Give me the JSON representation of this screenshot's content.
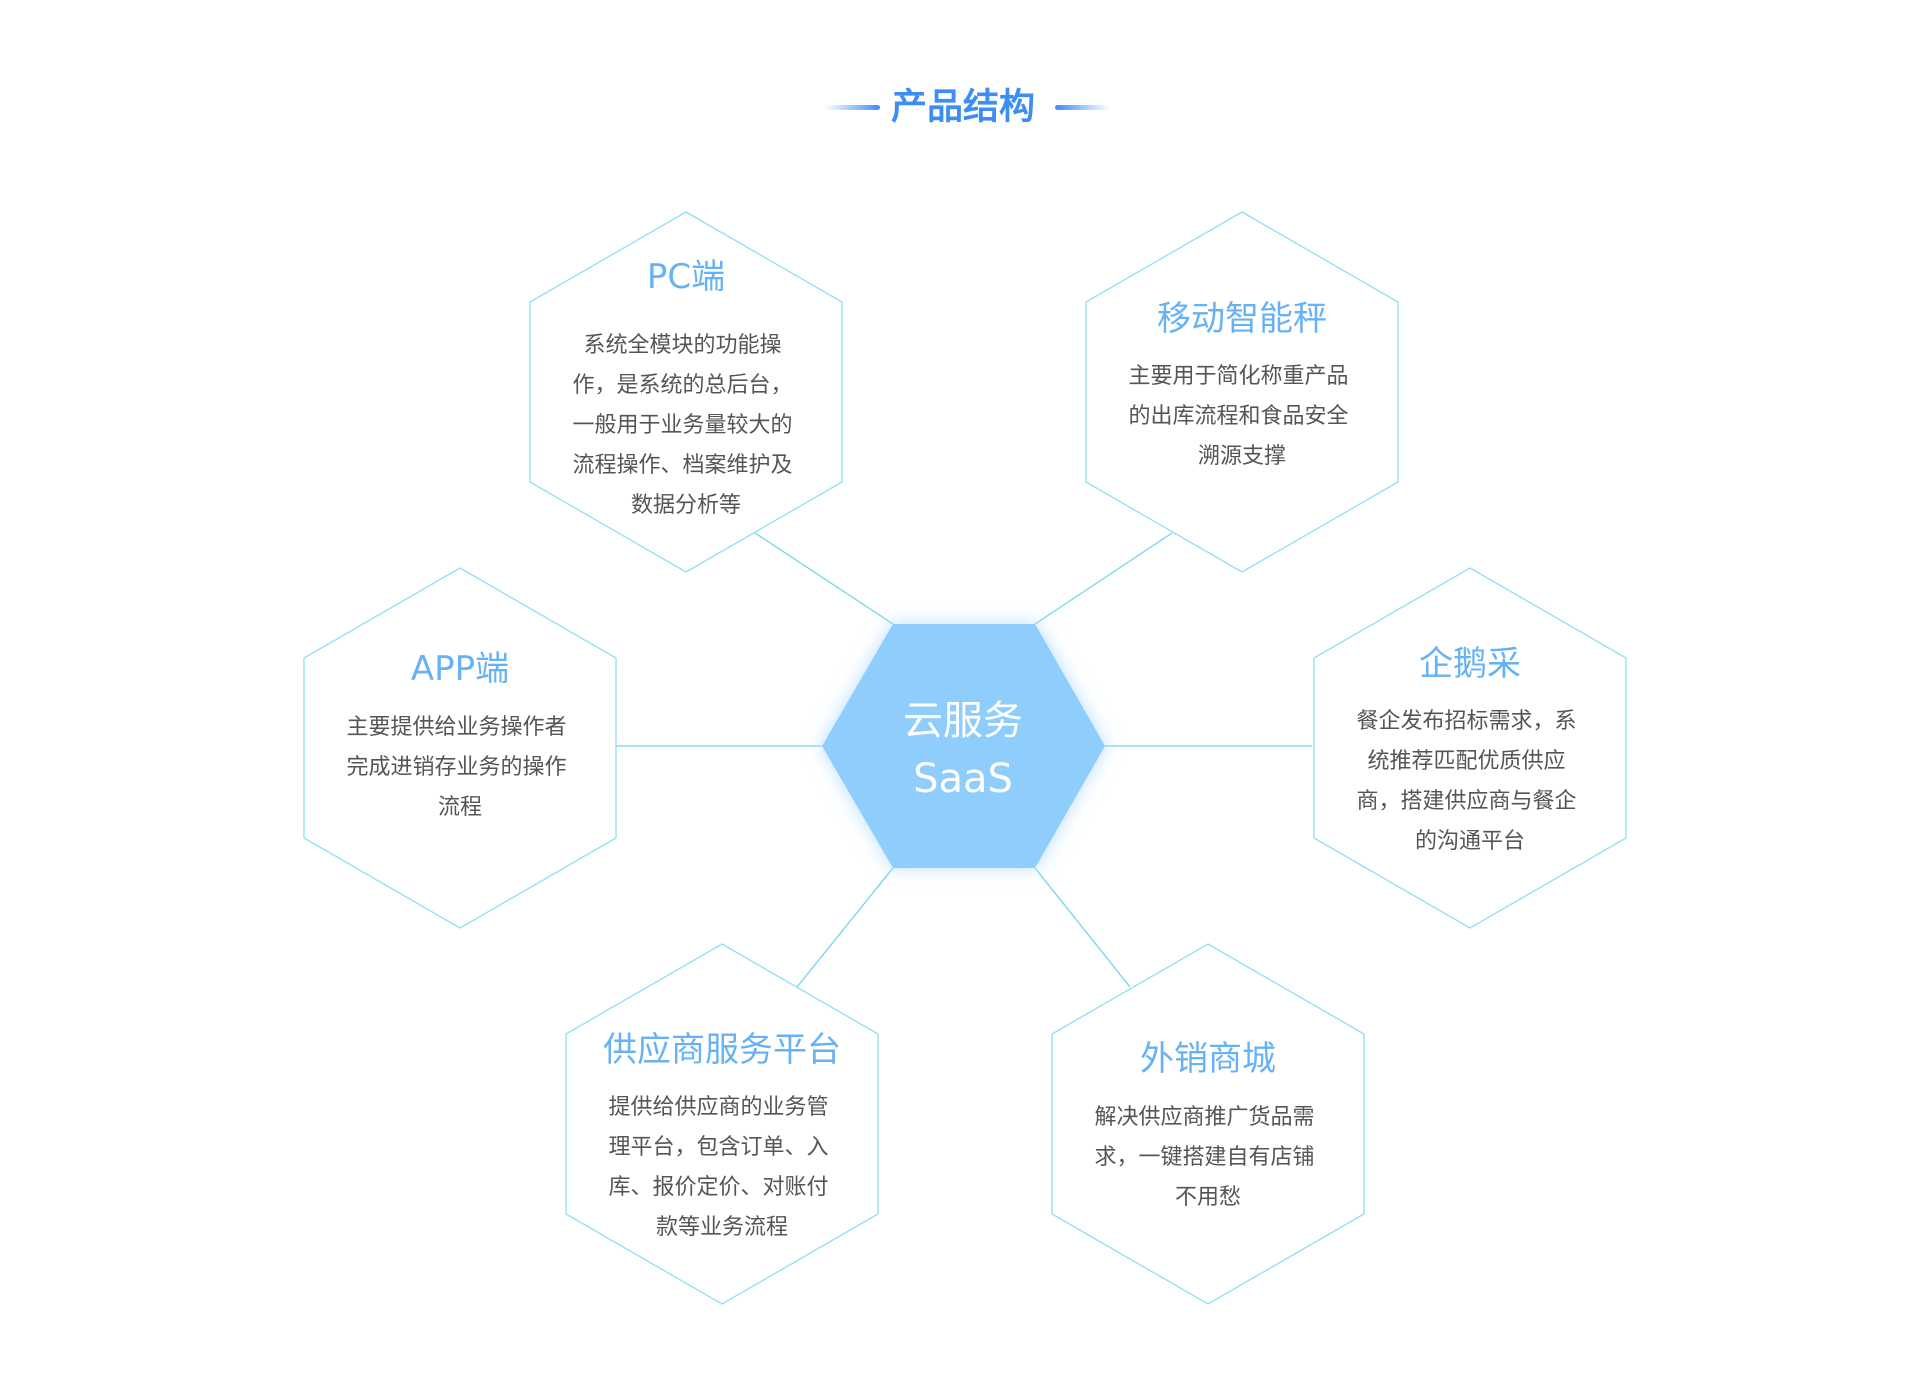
{
  "title": "产品结构",
  "colors": {
    "accent": "#3d8df5",
    "node_title": "#67b2f5",
    "node_border": "#8fe0f0",
    "connector": "#6fd5ec",
    "center_fill": "#8fcdfc",
    "desc_text": "#555555"
  },
  "center": {
    "line1": "云服务",
    "line2": "SaaS"
  },
  "nodes": [
    {
      "id": "pc",
      "title": "PC端",
      "desc": [
        "系统全模块的功能操",
        "作，是系统的总后台，",
        "一般用于业务量较大的",
        "流程操作、档案维护及",
        "数据分析等"
      ]
    },
    {
      "id": "mobile-scale",
      "title": "移动智能秤",
      "desc": [
        "主要用于简化称重产品",
        "的出库流程和食品安全",
        "溯源支撑"
      ]
    },
    {
      "id": "app",
      "title": "APP端",
      "desc": [
        "主要提供给业务操作者",
        "完成进销存业务的操作",
        "流程"
      ]
    },
    {
      "id": "qipengcai",
      "title": "企鹅采",
      "desc": [
        "餐企发布招标需求，系",
        "统推荐匹配优质供应",
        "商，搭建供应商与餐企",
        "的沟通平台"
      ]
    },
    {
      "id": "supplier",
      "title": "供应商服务平台",
      "desc": [
        "提供给供应商的业务管",
        "理平台，包含订单、入",
        "库、报价定价、对账付",
        "款等业务流程"
      ]
    },
    {
      "id": "export-mall",
      "title": "外销商城",
      "desc": [
        "解决供应商推广货品需",
        "求，一键搭建自有店铺",
        "不用愁"
      ]
    }
  ]
}
